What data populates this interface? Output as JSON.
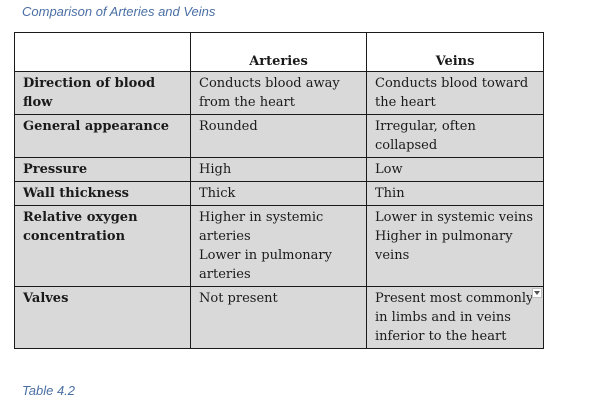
{
  "caption": "Comparison of Arteries and Veins",
  "table_label": "Table 4.2",
  "headers": [
    "",
    "Arteries",
    "Veins"
  ],
  "rows": [
    {
      "feature": "Direction of blood flow",
      "arteries": [
        "Conducts blood away from the heart"
      ],
      "veins": [
        "Conducts blood toward the heart"
      ]
    },
    {
      "feature": "General appearance",
      "arteries": [
        "Rounded"
      ],
      "veins": [
        "Irregular, often collapsed"
      ]
    },
    {
      "feature": "Pressure",
      "arteries": [
        "High"
      ],
      "veins": [
        "Low"
      ]
    },
    {
      "feature": "Wall thickness",
      "arteries": [
        "Thick"
      ],
      "veins": [
        "Thin"
      ]
    },
    {
      "feature": "Relative oxygen concentration",
      "arteries": [
        "Higher in systemic arteries",
        "Lower in pulmonary arteries"
      ],
      "veins": [
        "Lower in systemic veins",
        "Higher in pulmonary veins"
      ]
    },
    {
      "feature": "Valves",
      "arteries": [
        "Not present"
      ],
      "veins": [
        "Present most commonly in limbs and in veins inferior to the heart"
      ]
    }
  ],
  "icons": {
    "cell_dropdown": "chevron-down-icon"
  }
}
